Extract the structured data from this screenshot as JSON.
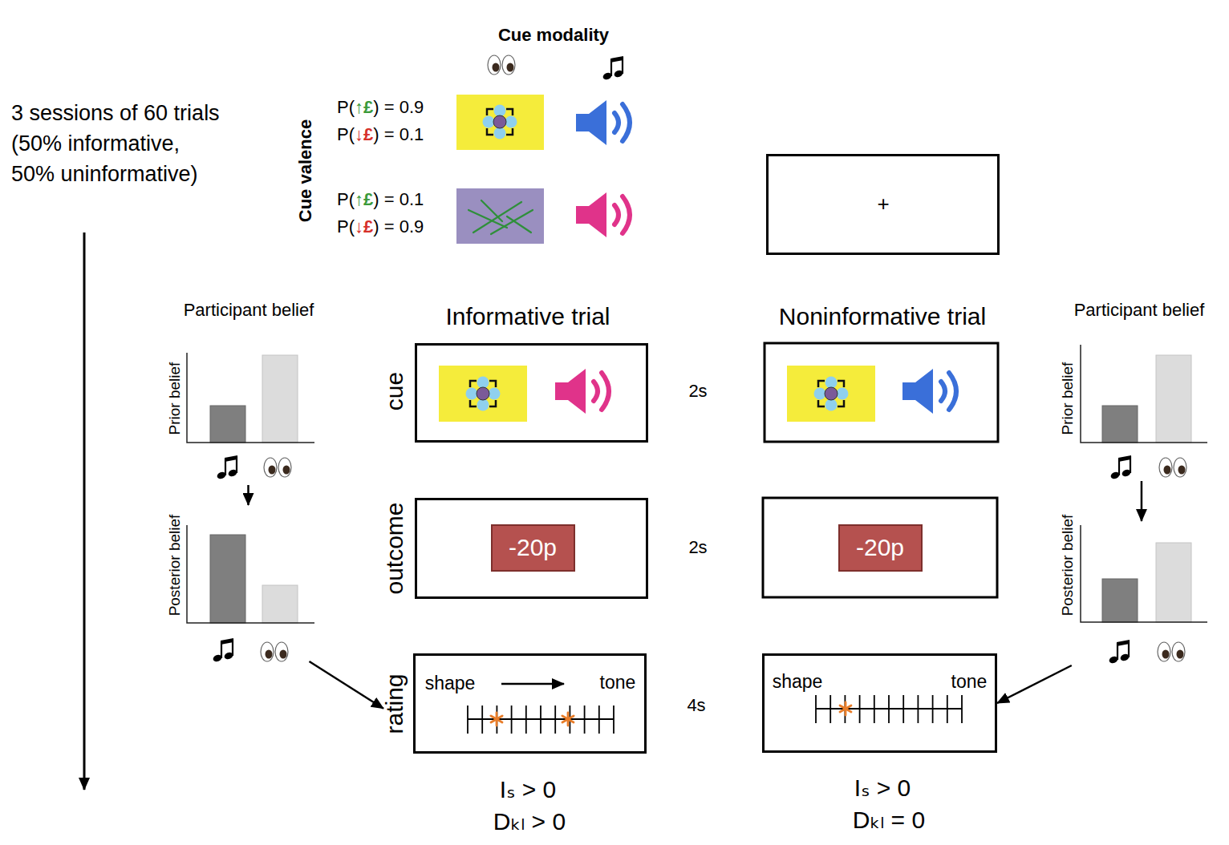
{
  "diagram": {
    "nodes": [
      {
        "text": [
          "+"
        ]
      },
      {
        "text": [
          "Participant belief",
          "Prior belief"
        ]
      },
      {
        "text": [
          "Participant belief",
          "Prior belief"
        ]
      },
      {
        "text": [
          "cue"
        ]
      },
      {
        "text": [
          "Posterior belief"
        ]
      },
      {
        "text": [
          "outcome"
        ]
      },
      {
        "text": [
          "-20p"
        ],
        "in": 5
      },
      {
        "text": [
          "-20p"
        ]
      },
      {
        "text": [
          "Posterior belief"
        ]
      },
      {
        "text": [
          "rating",
          "shape",
          "tone"
        ]
      },
      {
        "text": [
          "shape",
          "tone"
        ]
      }
    ],
    "edges": [
      {
        "from": 1,
        "to": 4,
        "arrow": "to"
      },
      {
        "from": 2,
        "to": 8,
        "arrow": "to"
      },
      {
        "from": 4,
        "to": 9,
        "arrow": "to"
      },
      {
        "from": 8,
        "to": 10,
        "arrow": "to"
      }
    ],
    "labels": [
      "Cue modality",
      "Cue valence",
      "P(↑£) = 0.9",
      "P(↓£) = 0.1",
      "P(↑£) = 0.1",
      "P(↓£) = 0.9",
      "3 sessions of 60 trials (50% informative, 50% uninformative)",
      "Informative trial",
      "Noninformative trial",
      "2s",
      "2s",
      "4s",
      "Iₛ > 0",
      "Dₖₗ > 0",
      "Iₛ > 0",
      "Dₖₗ = 0"
    ]
  }
}
